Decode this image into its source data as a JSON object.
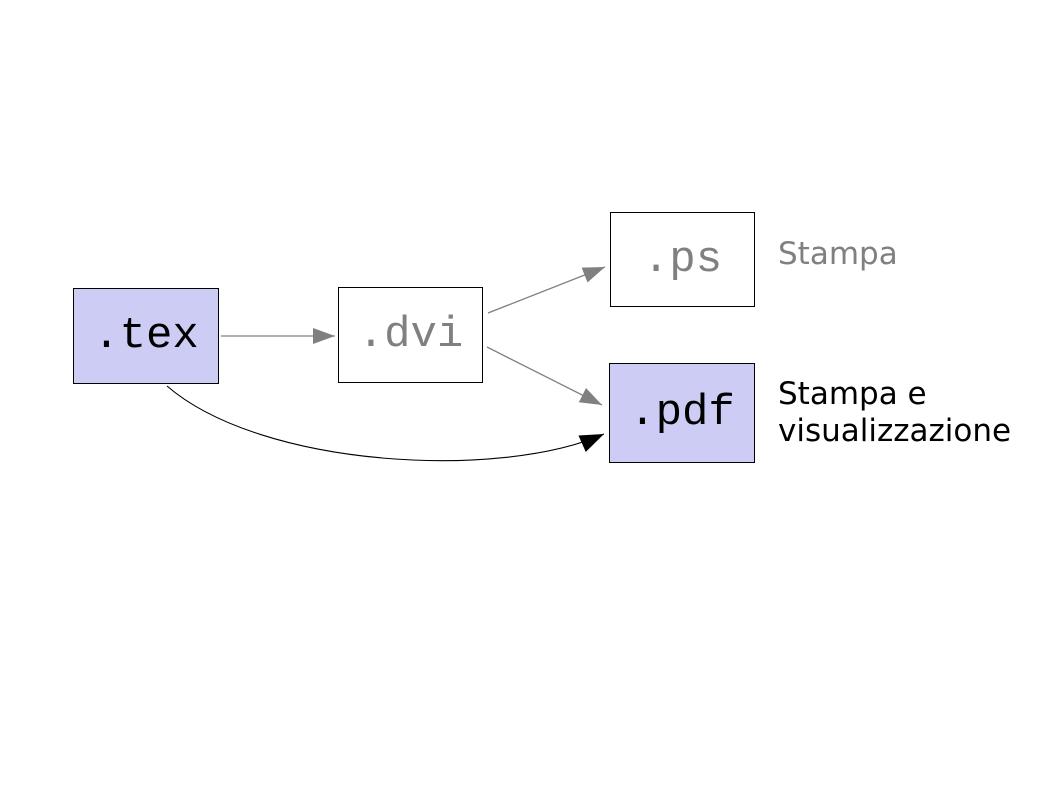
{
  "diagram": {
    "title_hint": "LaTeX output workflow",
    "nodes": {
      "tex": {
        "label": ".tex",
        "style": "highlight",
        "text_color": "#000000"
      },
      "dvi": {
        "label": ".dvi",
        "style": "plain",
        "text_color": "#808080"
      },
      "ps": {
        "label": ".ps",
        "style": "plain",
        "text_color": "#808080"
      },
      "pdf": {
        "label": ".pdf",
        "style": "highlight",
        "text_color": "#000000"
      }
    },
    "annotations": {
      "ps_note": "Stampa",
      "pdf_note_line1": "Stampa e",
      "pdf_note_line2": "visualizzazione"
    },
    "edges": [
      {
        "from": "tex",
        "to": "dvi",
        "color": "#808080",
        "shape": "straight"
      },
      {
        "from": "dvi",
        "to": "ps",
        "color": "#808080",
        "shape": "straight"
      },
      {
        "from": "dvi",
        "to": "pdf",
        "color": "#808080",
        "shape": "straight"
      },
      {
        "from": "tex",
        "to": "pdf",
        "color": "#000000",
        "shape": "curved"
      }
    ],
    "colors": {
      "highlight_fill": "#ccccf5",
      "plain_fill": "#ffffff",
      "node_border": "#000000",
      "gray": "#808080",
      "black": "#000000",
      "background": "#ffffff"
    }
  }
}
